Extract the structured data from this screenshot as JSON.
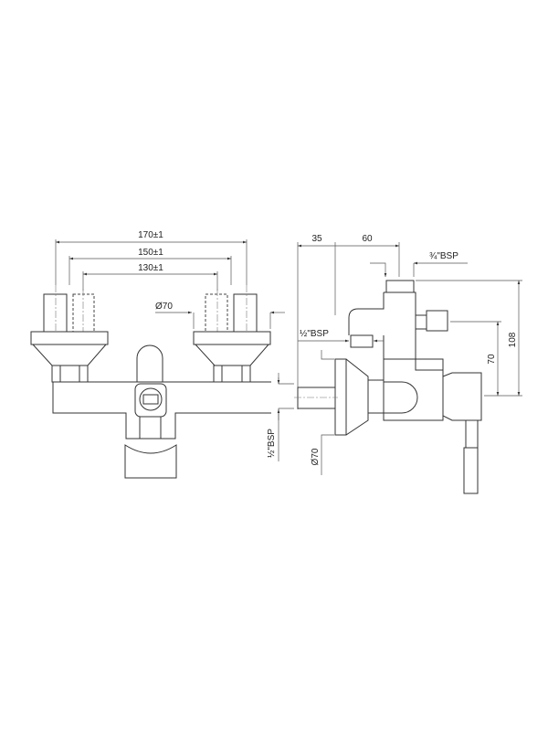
{
  "front_view": {
    "dim_170": "170±1",
    "dim_150": "150±1",
    "dim_130": "130±1",
    "dia_70": "Ø70"
  },
  "side_view": {
    "dim_35": "35",
    "dim_60": "60",
    "bsp_3_4": "¾\"BSP",
    "bsp_1_2_inlet": "½\"BSP",
    "dim_108": "108",
    "dim_70": "70",
    "bsp_1_2_wall": "½\"BSP",
    "dia_70": "Ø70"
  }
}
